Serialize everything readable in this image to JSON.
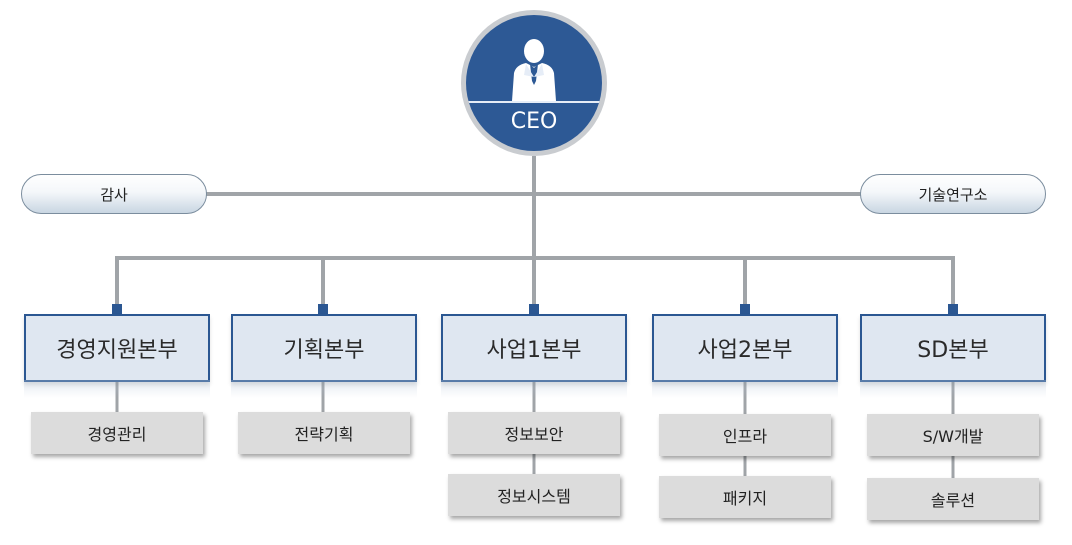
{
  "ceo": {
    "label": "CEO",
    "icon": "businessman-icon"
  },
  "staff": {
    "left": "감사",
    "right": "기술연구소"
  },
  "divisions": [
    {
      "label": "경영지원본부",
      "teams": [
        "경영관리"
      ]
    },
    {
      "label": "기획본부",
      "teams": [
        "전략기획"
      ]
    },
    {
      "label": "사업1본부",
      "teams": [
        "정보보안",
        "정보시스템"
      ]
    },
    {
      "label": "사업2본부",
      "teams": [
        "인프라",
        "패키지"
      ]
    },
    {
      "label": "SD본부",
      "teams": [
        "S/W개발",
        "솔루션"
      ]
    }
  ],
  "colors": {
    "primary": "#2b5792",
    "line": "#a0a4a8",
    "sub_box": "#dcdcdc",
    "division_fill": "#dfe7f1"
  }
}
